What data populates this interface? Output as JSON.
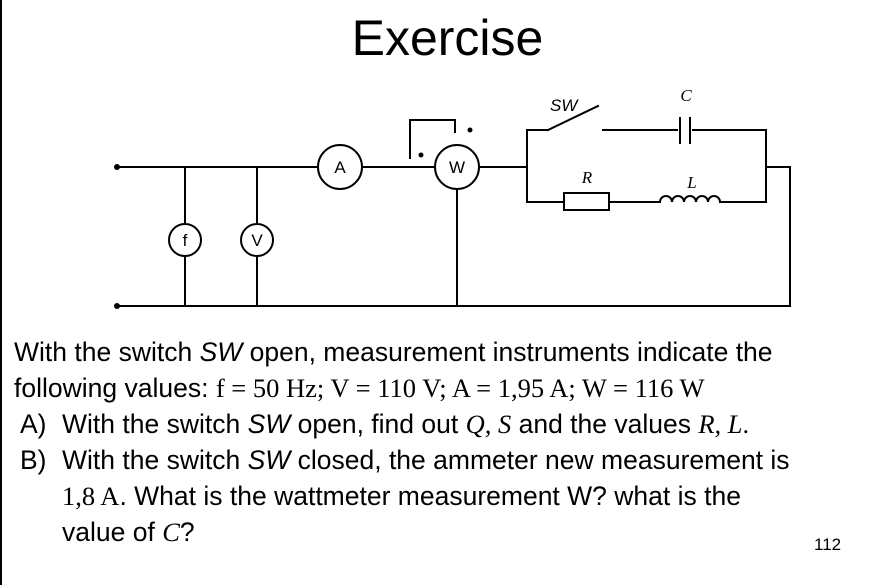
{
  "title": "Exercise",
  "circuit": {
    "labels": {
      "f": "f",
      "V": "V",
      "A": "A",
      "W": "W",
      "SW": "SW",
      "C": "C",
      "R": "R",
      "L": "L"
    }
  },
  "problem": {
    "intro_1a": "With the switch ",
    "intro_1b": "SW",
    "intro_1c": " open, measurement instruments indicate the",
    "intro_2a": "following values: ",
    "intro_2b": "f = 50 Hz; V = 110 V; A = 1,95 A; W = 116 W",
    "a_mark": "A)",
    "a_1": "With the switch ",
    "a_2": "SW",
    "a_3": " open, find out ",
    "a_4": "Q, S",
    "a_5": " and the values ",
    "a_6": "R, L",
    "a_7": ".",
    "b_mark": "B)",
    "b_1": "With the switch ",
    "b_2": "SW",
    "b_3": " closed, the ammeter new measurement is",
    "b_4": "1,8 A",
    "b_5": ". What is the wattmeter measurement W? what is the",
    "b_6": "value of ",
    "b_7": "C",
    "b_8": "?"
  },
  "page_number": "112"
}
